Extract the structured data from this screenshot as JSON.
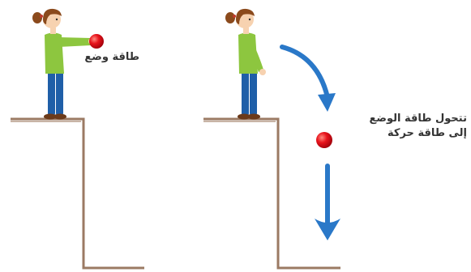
{
  "labels": {
    "potential_energy": "طاقة وضع",
    "conversion_line1": "تتحول طاقة الوضع",
    "conversion_line2": "إلى طاقة حركة"
  },
  "colors": {
    "ball": "#e8141c",
    "shirt": "#8dc63f",
    "pants": "#1f5fa8",
    "hair": "#8b4a1c",
    "skin": "#f7d2b0",
    "arrow": "#2a78c8",
    "ledge": "#9b7a63"
  }
}
